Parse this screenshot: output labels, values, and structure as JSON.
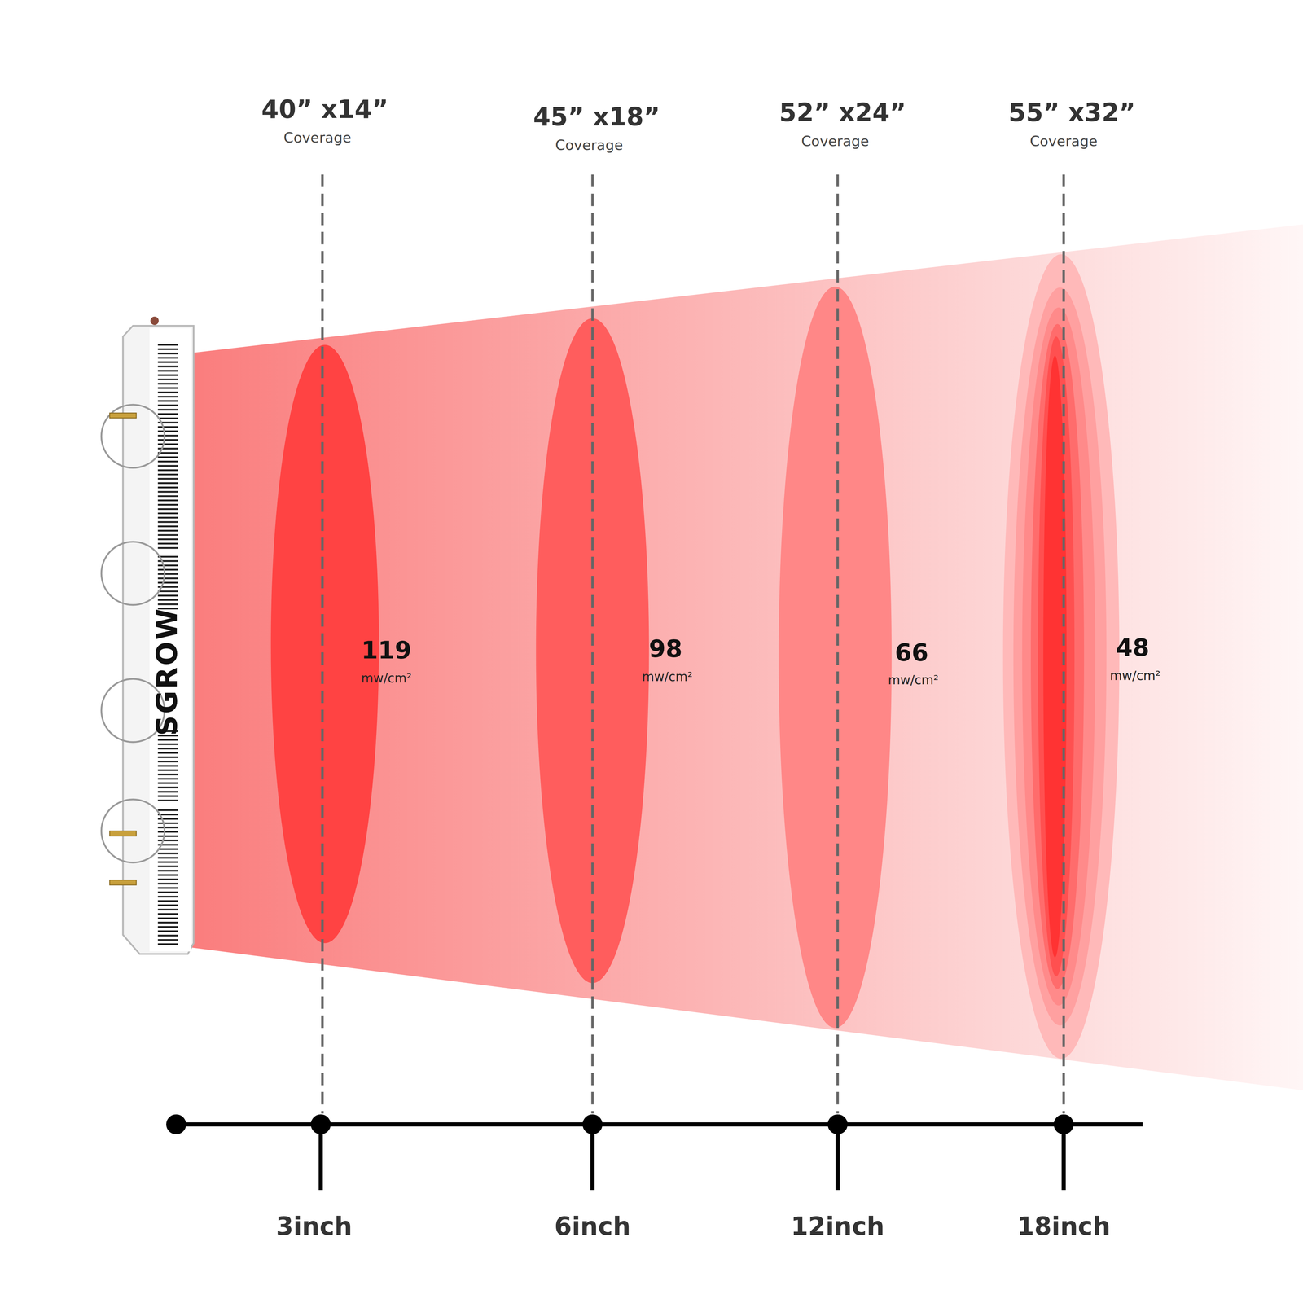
{
  "diagram": {
    "labels": [
      "40” x14”",
      "Coverage",
      "45” x18”",
      "Coverage",
      "52” x24”",
      "Coverage",
      "55” x32”",
      "Coverage",
      "SGROW",
      "119",
      "mw/cm²",
      "98",
      "mw/cm²",
      "66",
      "mw/cm²",
      "48",
      "mw/cm²",
      "3inch",
      "6inch",
      "12inch",
      "18inch"
    ]
  }
}
